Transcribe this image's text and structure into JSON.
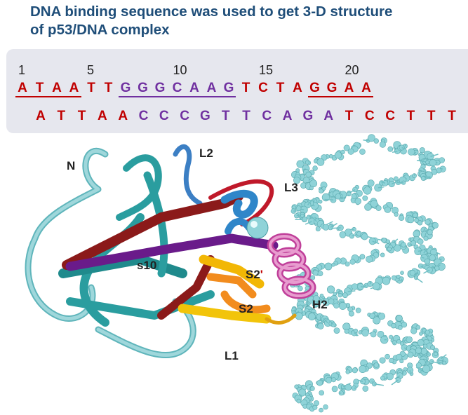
{
  "title_line1": "DNA binding sequence was used to get 3-D structure",
  "title_line2": "of p53/DNA complex",
  "sequence": {
    "positions": [
      "1",
      "5",
      "10",
      "15",
      "20"
    ],
    "top_strand": [
      "A",
      "T",
      "A",
      "A",
      "T",
      "T",
      "G",
      "G",
      "G",
      "C",
      "A",
      "A",
      "G",
      "T",
      "C",
      "T",
      "A",
      "G",
      "G",
      "A",
      "A"
    ],
    "bottom_strand": [
      "A",
      "T",
      "T",
      "A",
      "A",
      "C",
      "C",
      "C",
      "G",
      "T",
      "T",
      "C",
      "A",
      "G",
      "A",
      "T",
      "C",
      "C",
      "T",
      "T",
      "T"
    ]
  },
  "structure_labels": {
    "N": "N",
    "L2": "L2",
    "L3": "L3",
    "s10": "s10",
    "S2_prime": "S2",
    "prime": "'",
    "S2": "S2",
    "H2": "H2",
    "L1": "L1"
  },
  "colors": {
    "title": "#1f4e79",
    "red_bases": "#c00000",
    "purple_bases": "#7030a0",
    "teal_strands": "#2a9d9f",
    "dna_balls": "#8fd3d8",
    "helix_pink": "#d05fb0"
  }
}
